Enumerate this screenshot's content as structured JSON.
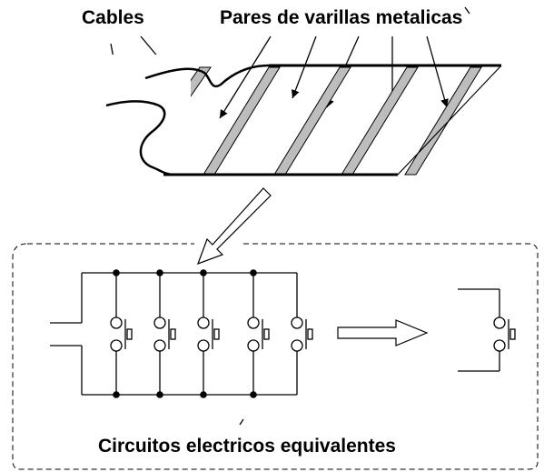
{
  "labels": {
    "cables": "Cables",
    "rods": "Pares de varillas metalicas",
    "circuits": "Circuitos electricos equivalentes"
  },
  "colors": {
    "line": "#000000",
    "rod_fill": "#bdbdbd",
    "background": "#ffffff"
  }
}
